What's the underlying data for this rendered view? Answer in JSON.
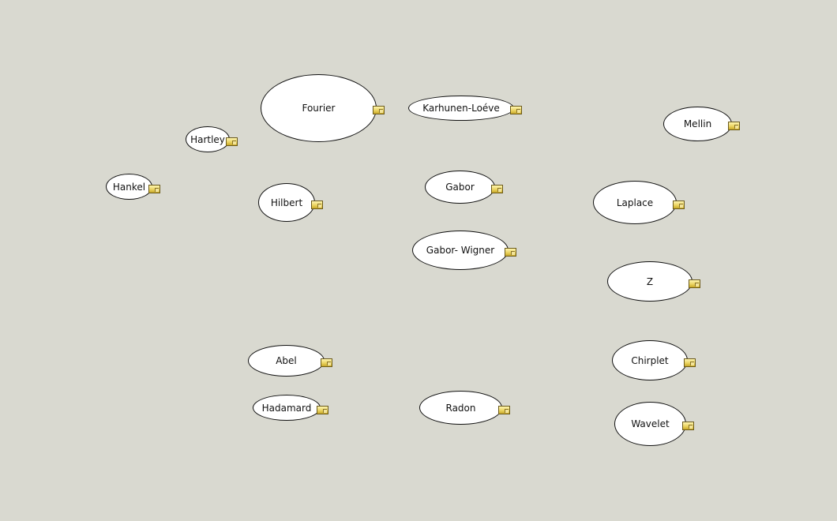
{
  "nodes": [
    {
      "label": "Fourier"
    },
    {
      "label": "Karhunen-Loéve"
    },
    {
      "label": "Mellin"
    },
    {
      "label": "Hartley"
    },
    {
      "label": "Hankel"
    },
    {
      "label": "Hilbert"
    },
    {
      "label": "Gabor"
    },
    {
      "label": "Laplace"
    },
    {
      "label": "Gabor- Wigner"
    },
    {
      "label": "Z"
    },
    {
      "label": "Abel"
    },
    {
      "label": "Hadamard"
    },
    {
      "label": "Radon"
    },
    {
      "label": "Chirplet"
    },
    {
      "label": "Wavelet"
    }
  ],
  "note_icon": "note-icon"
}
